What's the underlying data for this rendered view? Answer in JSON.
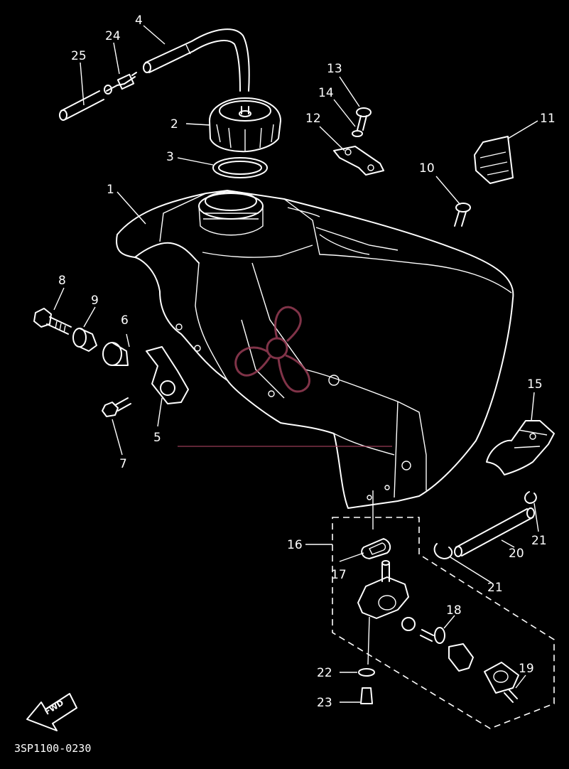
{
  "diagram": {
    "callouts": [
      {
        "id": "c1",
        "label": "1"
      },
      {
        "id": "c2",
        "label": "2"
      },
      {
        "id": "c3",
        "label": "3"
      },
      {
        "id": "c4",
        "label": "4"
      },
      {
        "id": "c5",
        "label": "5"
      },
      {
        "id": "c6",
        "label": "6"
      },
      {
        "id": "c7",
        "label": "7"
      },
      {
        "id": "c8",
        "label": "8"
      },
      {
        "id": "c9",
        "label": "9"
      },
      {
        "id": "c10",
        "label": "10"
      },
      {
        "id": "c11",
        "label": "11"
      },
      {
        "id": "c12",
        "label": "12"
      },
      {
        "id": "c13",
        "label": "13"
      },
      {
        "id": "c14",
        "label": "14"
      },
      {
        "id": "c15",
        "label": "15"
      },
      {
        "id": "c16",
        "label": "16"
      },
      {
        "id": "c17",
        "label": "17"
      },
      {
        "id": "c18",
        "label": "18"
      },
      {
        "id": "c19",
        "label": "19"
      },
      {
        "id": "c20",
        "label": "20"
      },
      {
        "id": "c21a",
        "label": "21"
      },
      {
        "id": "c21b",
        "label": "21"
      },
      {
        "id": "c22",
        "label": "22"
      },
      {
        "id": "c23",
        "label": "23"
      },
      {
        "id": "c24",
        "label": "24"
      },
      {
        "id": "c25",
        "label": "25"
      }
    ],
    "direction_badge": "FWD",
    "drawing_code": "3SP1100-0230",
    "colors": {
      "background": "#000000",
      "line": "#ffffff",
      "watermark": "#a0405a"
    }
  }
}
